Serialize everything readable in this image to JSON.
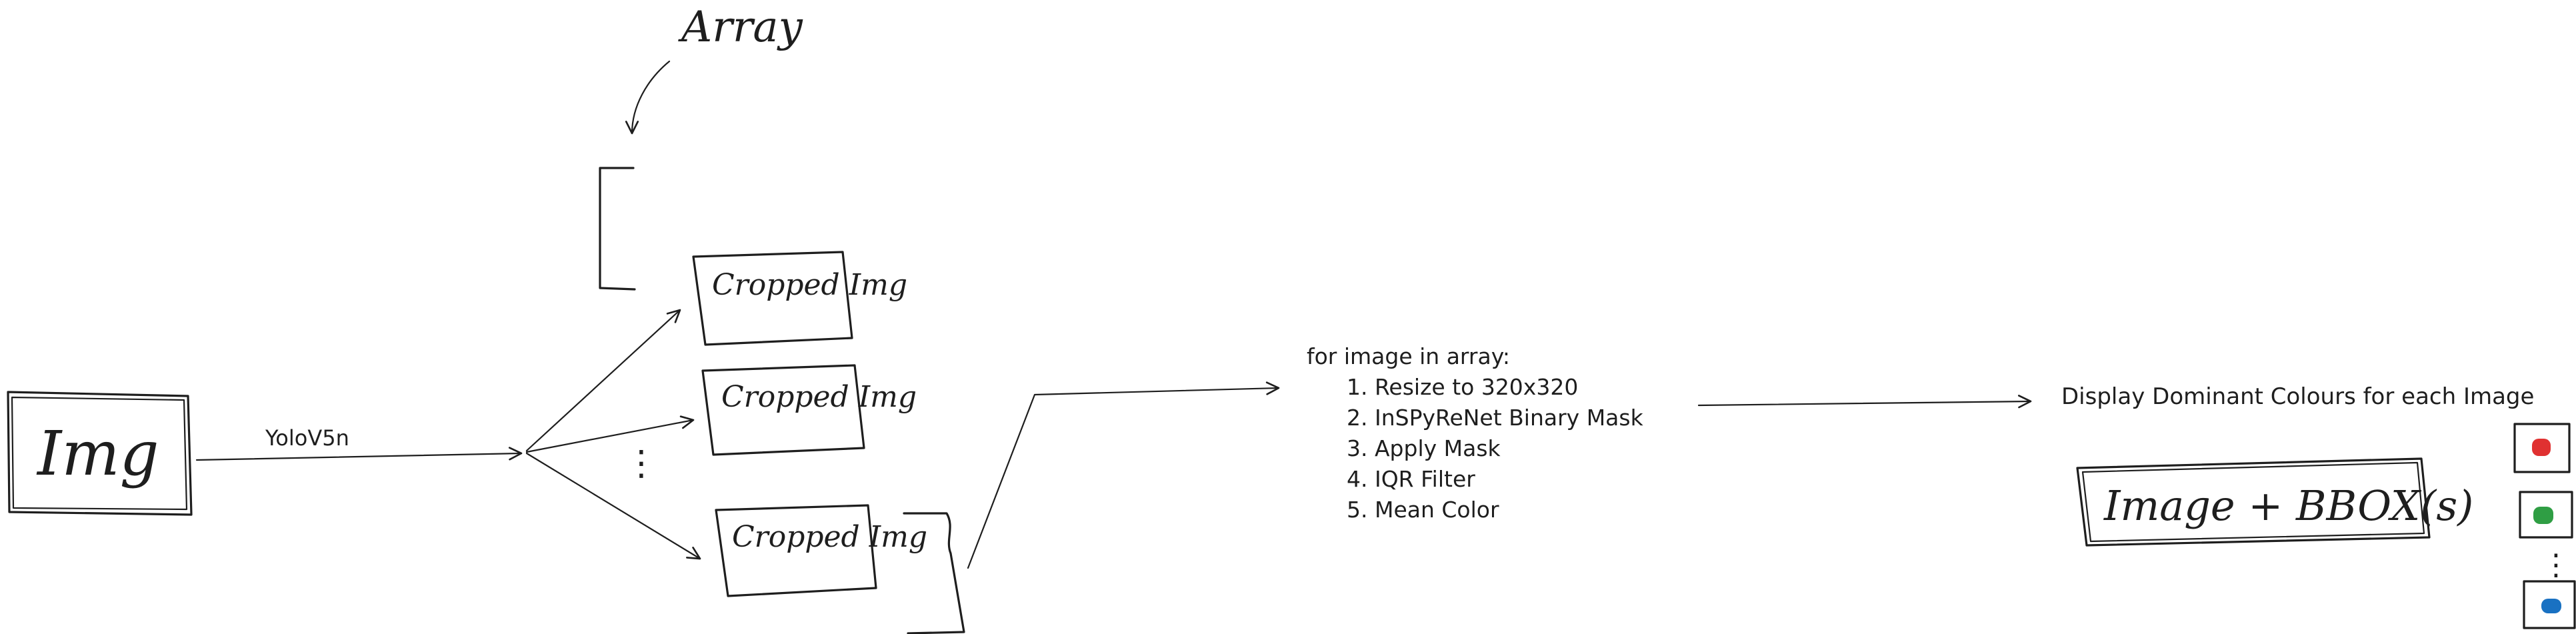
{
  "diagram": {
    "input_label": "Img",
    "array_label": "Array",
    "model_label": "YoloV5n",
    "crops": [
      "Cropped Img",
      "Cropped Img",
      "Cropped Img"
    ],
    "ellipsis": "⋮",
    "loop": {
      "header": "for image in array:",
      "steps": [
        "1. Resize to 320x320",
        "2. InSPyReNet Binary Mask",
        "3. Apply Mask",
        "4. IQR Filter",
        "5. Mean Color"
      ]
    },
    "display_label": "Display Dominant Colours for each  Image",
    "output_box_label": "Image + BBOX(s)",
    "swatch_colors": [
      "#e03131",
      "#2f9e44",
      "#1971c2"
    ]
  }
}
